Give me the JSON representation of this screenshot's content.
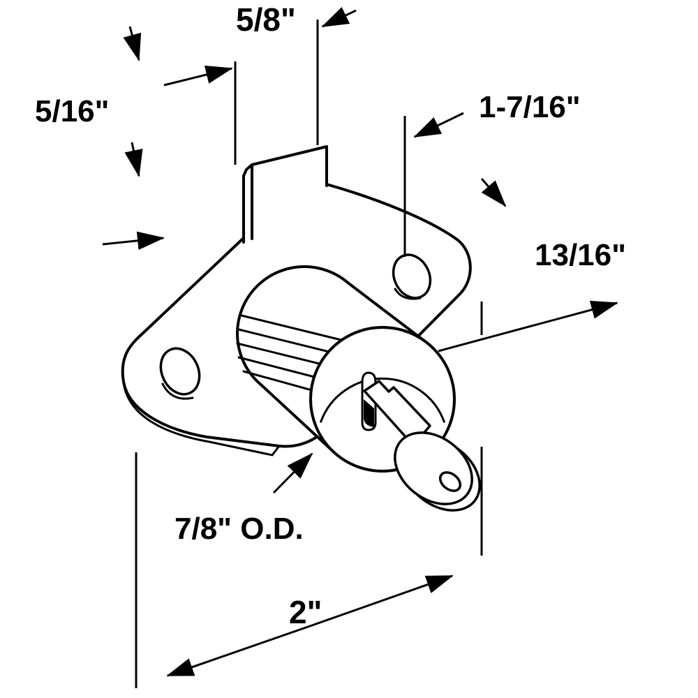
{
  "diagram": {
    "background_color": "#ffffff",
    "line_color": "#000000",
    "labels": {
      "tab_width": "5/8\"",
      "tab_offset": "5/16\"",
      "hole_spacing": "1-7/16\"",
      "body_depth": "13/16\"",
      "outer_diameter": "7/8\" O.D.",
      "overall_width": "2\""
    }
  }
}
